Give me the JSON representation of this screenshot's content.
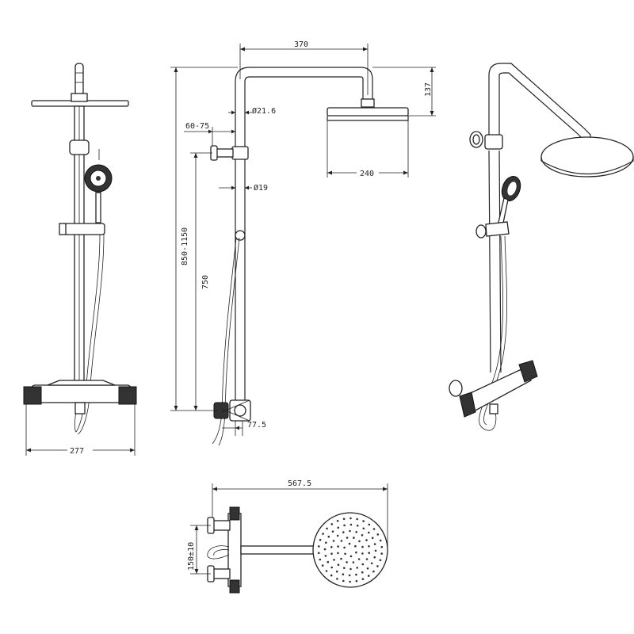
{
  "dimensions": {
    "width_277": "277",
    "width_370": "370",
    "height_137": "137",
    "dia_21_6": "Ø21.6",
    "range_60_75": "60-75",
    "dia_19": "Ø19",
    "head_240": "240",
    "height_850_1150": "850-1150",
    "height_750": "750",
    "offset_77_5": "77.5",
    "depth_567_5": "567.5",
    "spacing_150": "150±10"
  },
  "colors": {
    "line": "#222222",
    "dark_fill": "#333333"
  }
}
